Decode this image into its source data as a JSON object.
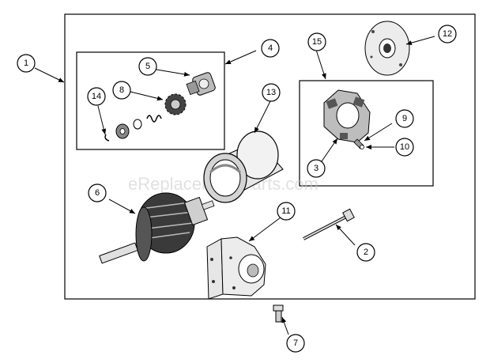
{
  "watermark": "eReplacementParts.com",
  "callouts": {
    "c1": "1",
    "c2": "2",
    "c3": "3",
    "c4": "4",
    "c5": "5",
    "c6": "6",
    "c7": "7",
    "c8": "8",
    "c9": "9",
    "c10": "10",
    "c11": "11",
    "c12": "12",
    "c13": "13",
    "c14": "14",
    "c15": "15"
  }
}
